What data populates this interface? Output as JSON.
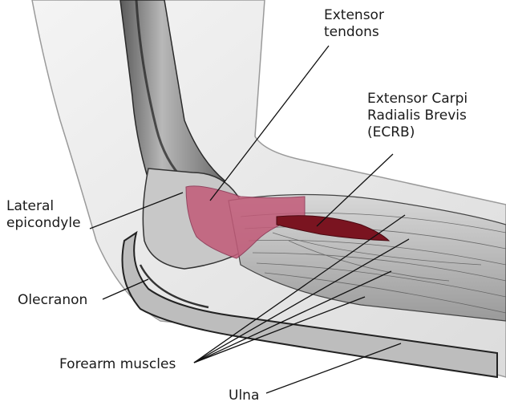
{
  "labels": {
    "extensor_tendons": [
      "Extensor",
      "tendons"
    ],
    "ecrb": [
      "Extensor Carpi",
      "Radialis Brevis",
      "(ECRB)"
    ],
    "lateral_epicondyle": [
      "Lateral",
      "epicondyle"
    ],
    "olecranon": "Olecranon",
    "forearm_muscles": "Forearm muscles",
    "ulna": "Ulna"
  },
  "colors": {
    "extensor_highlight": "#c25a78",
    "ecrb_muscle": "#7a1420",
    "bone_shading": "#8a8a8a",
    "skin": "#ececec"
  }
}
